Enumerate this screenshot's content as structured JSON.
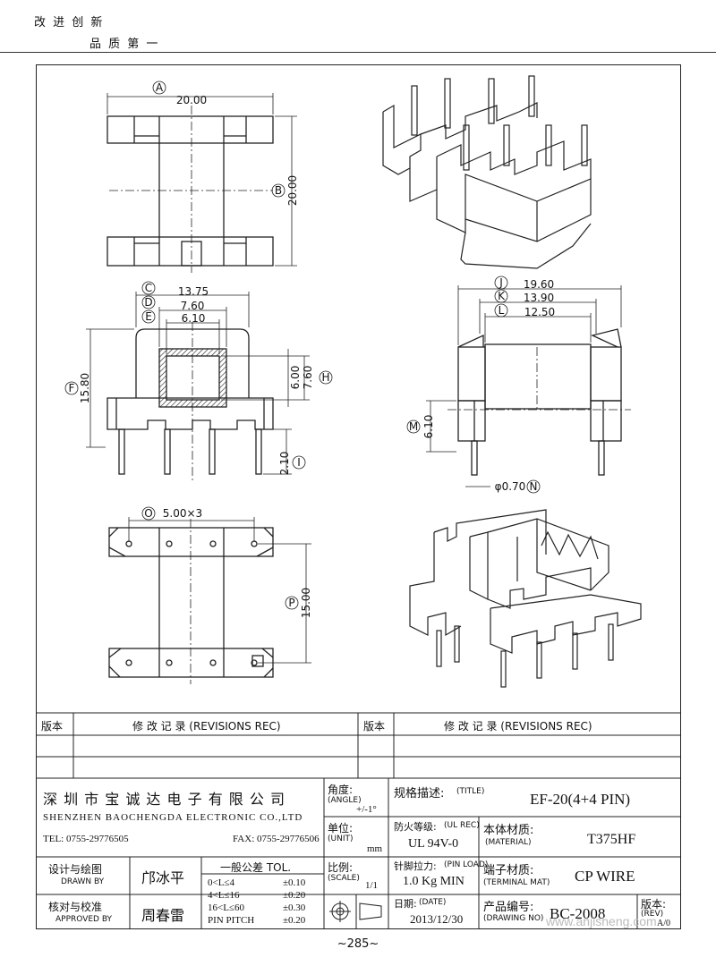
{
  "slogan": {
    "line1": "改 进 创 新",
    "line2": "品 质 第 一"
  },
  "dims": {
    "A": "A",
    "B": "B",
    "C": "C",
    "D": "D",
    "E": "E",
    "F": "F",
    "H": "H",
    "I": "I",
    "J": "J",
    "K": "K",
    "L": "L",
    "M": "M",
    "N": "N",
    "O": "O",
    "P": "P",
    "a_val": "20.00",
    "b_val": "20.00",
    "c_val": "13.75",
    "d_val": "7.60",
    "e_val": "6.10",
    "f_val": "15.80",
    "g_val": "6.00",
    "h_val": "7.60",
    "i_val": "2.10",
    "j_val": "19.60",
    "k_val": "13.90",
    "l_val": "12.50",
    "m_val": "6.10",
    "n_val": "φ0.70",
    "o_val": "5.00×3",
    "p_val": "15.00"
  },
  "rev": {
    "col_ver": "版本",
    "col_rec": "修 改 记 录  (REVISIONS REC)",
    "col_ver2": "版本",
    "col_rec2": "修 改 记 录  (REVISIONS REC)"
  },
  "company": {
    "cn": "深 圳 市 宝 诚 达 电 子 有 限 公 司",
    "en": "SHENZHEN BAOCHENGDA ELECTRONIC CO.,LTD",
    "tel": "TEL: 0755-29776505",
    "fax": "FAX: 0755-29776506"
  },
  "title_block": {
    "angle_cn": "角度:",
    "angle_en": "(ANGLE)",
    "angle_val": "+/-1°",
    "unit_cn": "单位:",
    "unit_en": "(UNIT)",
    "unit_val": "mm",
    "scale_cn": "比例:",
    "scale_en": "(SCALE)",
    "scale_val": "1/1",
    "title_cn": "规格描述:",
    "title_en": "(TITLE)",
    "title_val": "EF-20(4+4 PIN)",
    "ul_cn": "防火等级:",
    "ul_en": "(UL REC)",
    "ul_val": "UL 94V-0",
    "mat_cn": "本体材质:",
    "mat_en": "(MATERIAL)",
    "mat_val": "T375HF",
    "pin_cn": "针脚拉力:",
    "pin_en": "(PIN LOAD)",
    "pin_val": "1.0 Kg MIN",
    "term_cn": "端子材质:",
    "term_en": "(TERMINAL MAT)",
    "term_val": "CP WIRE",
    "date_cn": "日期:",
    "date_en": "(DATE)",
    "date_val": "2013/12/30",
    "dwg_cn": "产品编号:",
    "dwg_en": "(DRAWING NO)",
    "dwg_val": "BC-2008",
    "rev_cn": "版本:",
    "rev_en": "(REV)",
    "rev_val": "A/0",
    "drawn_cn": "设计与绘图",
    "drawn_en": "DRAWN BY",
    "drawn_val": "邝冰平",
    "appr_cn": "核对与校准",
    "appr_en": "APPROVED BY",
    "appr_val": "周春雷",
    "tol_title": "一般公差 TOL.",
    "tol_rows": [
      [
        "0<L≤4",
        "±0.10"
      ],
      [
        "4<L≤16",
        "±0.20"
      ],
      [
        "16<L≤60",
        "±0.30"
      ],
      [
        "PIN PITCH",
        "±0.20"
      ]
    ]
  },
  "watermark": "www.anjisheng.com",
  "page": "~285~"
}
